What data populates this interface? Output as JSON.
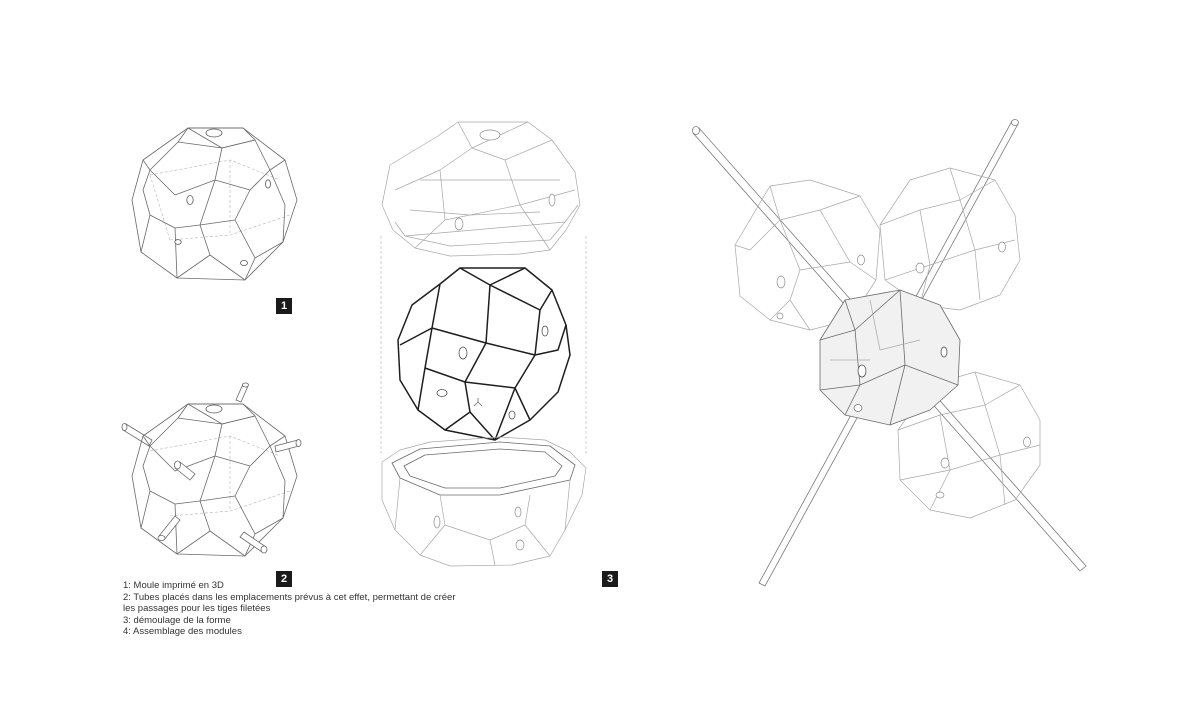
{
  "figures": {
    "mold": {
      "step": "1"
    },
    "tubes": {
      "step": "2"
    },
    "demold": {
      "step": "3"
    },
    "assembly": {}
  },
  "caption": {
    "lines": [
      "1: Moule imprimé en 3D",
      "2: Tubes placés dans les emplacements prévus à cet effet, permettant de créer",
      "les passages pour les tiges filetées",
      "3: démoulage de la forme",
      "4: Assemblage des modules"
    ]
  },
  "colors": {
    "background": "#ffffff",
    "line": "#6a6a6a",
    "line_faint": "#a8a8a8",
    "line_bold": "#1e1e1e",
    "badge": "#1a1a1a"
  }
}
